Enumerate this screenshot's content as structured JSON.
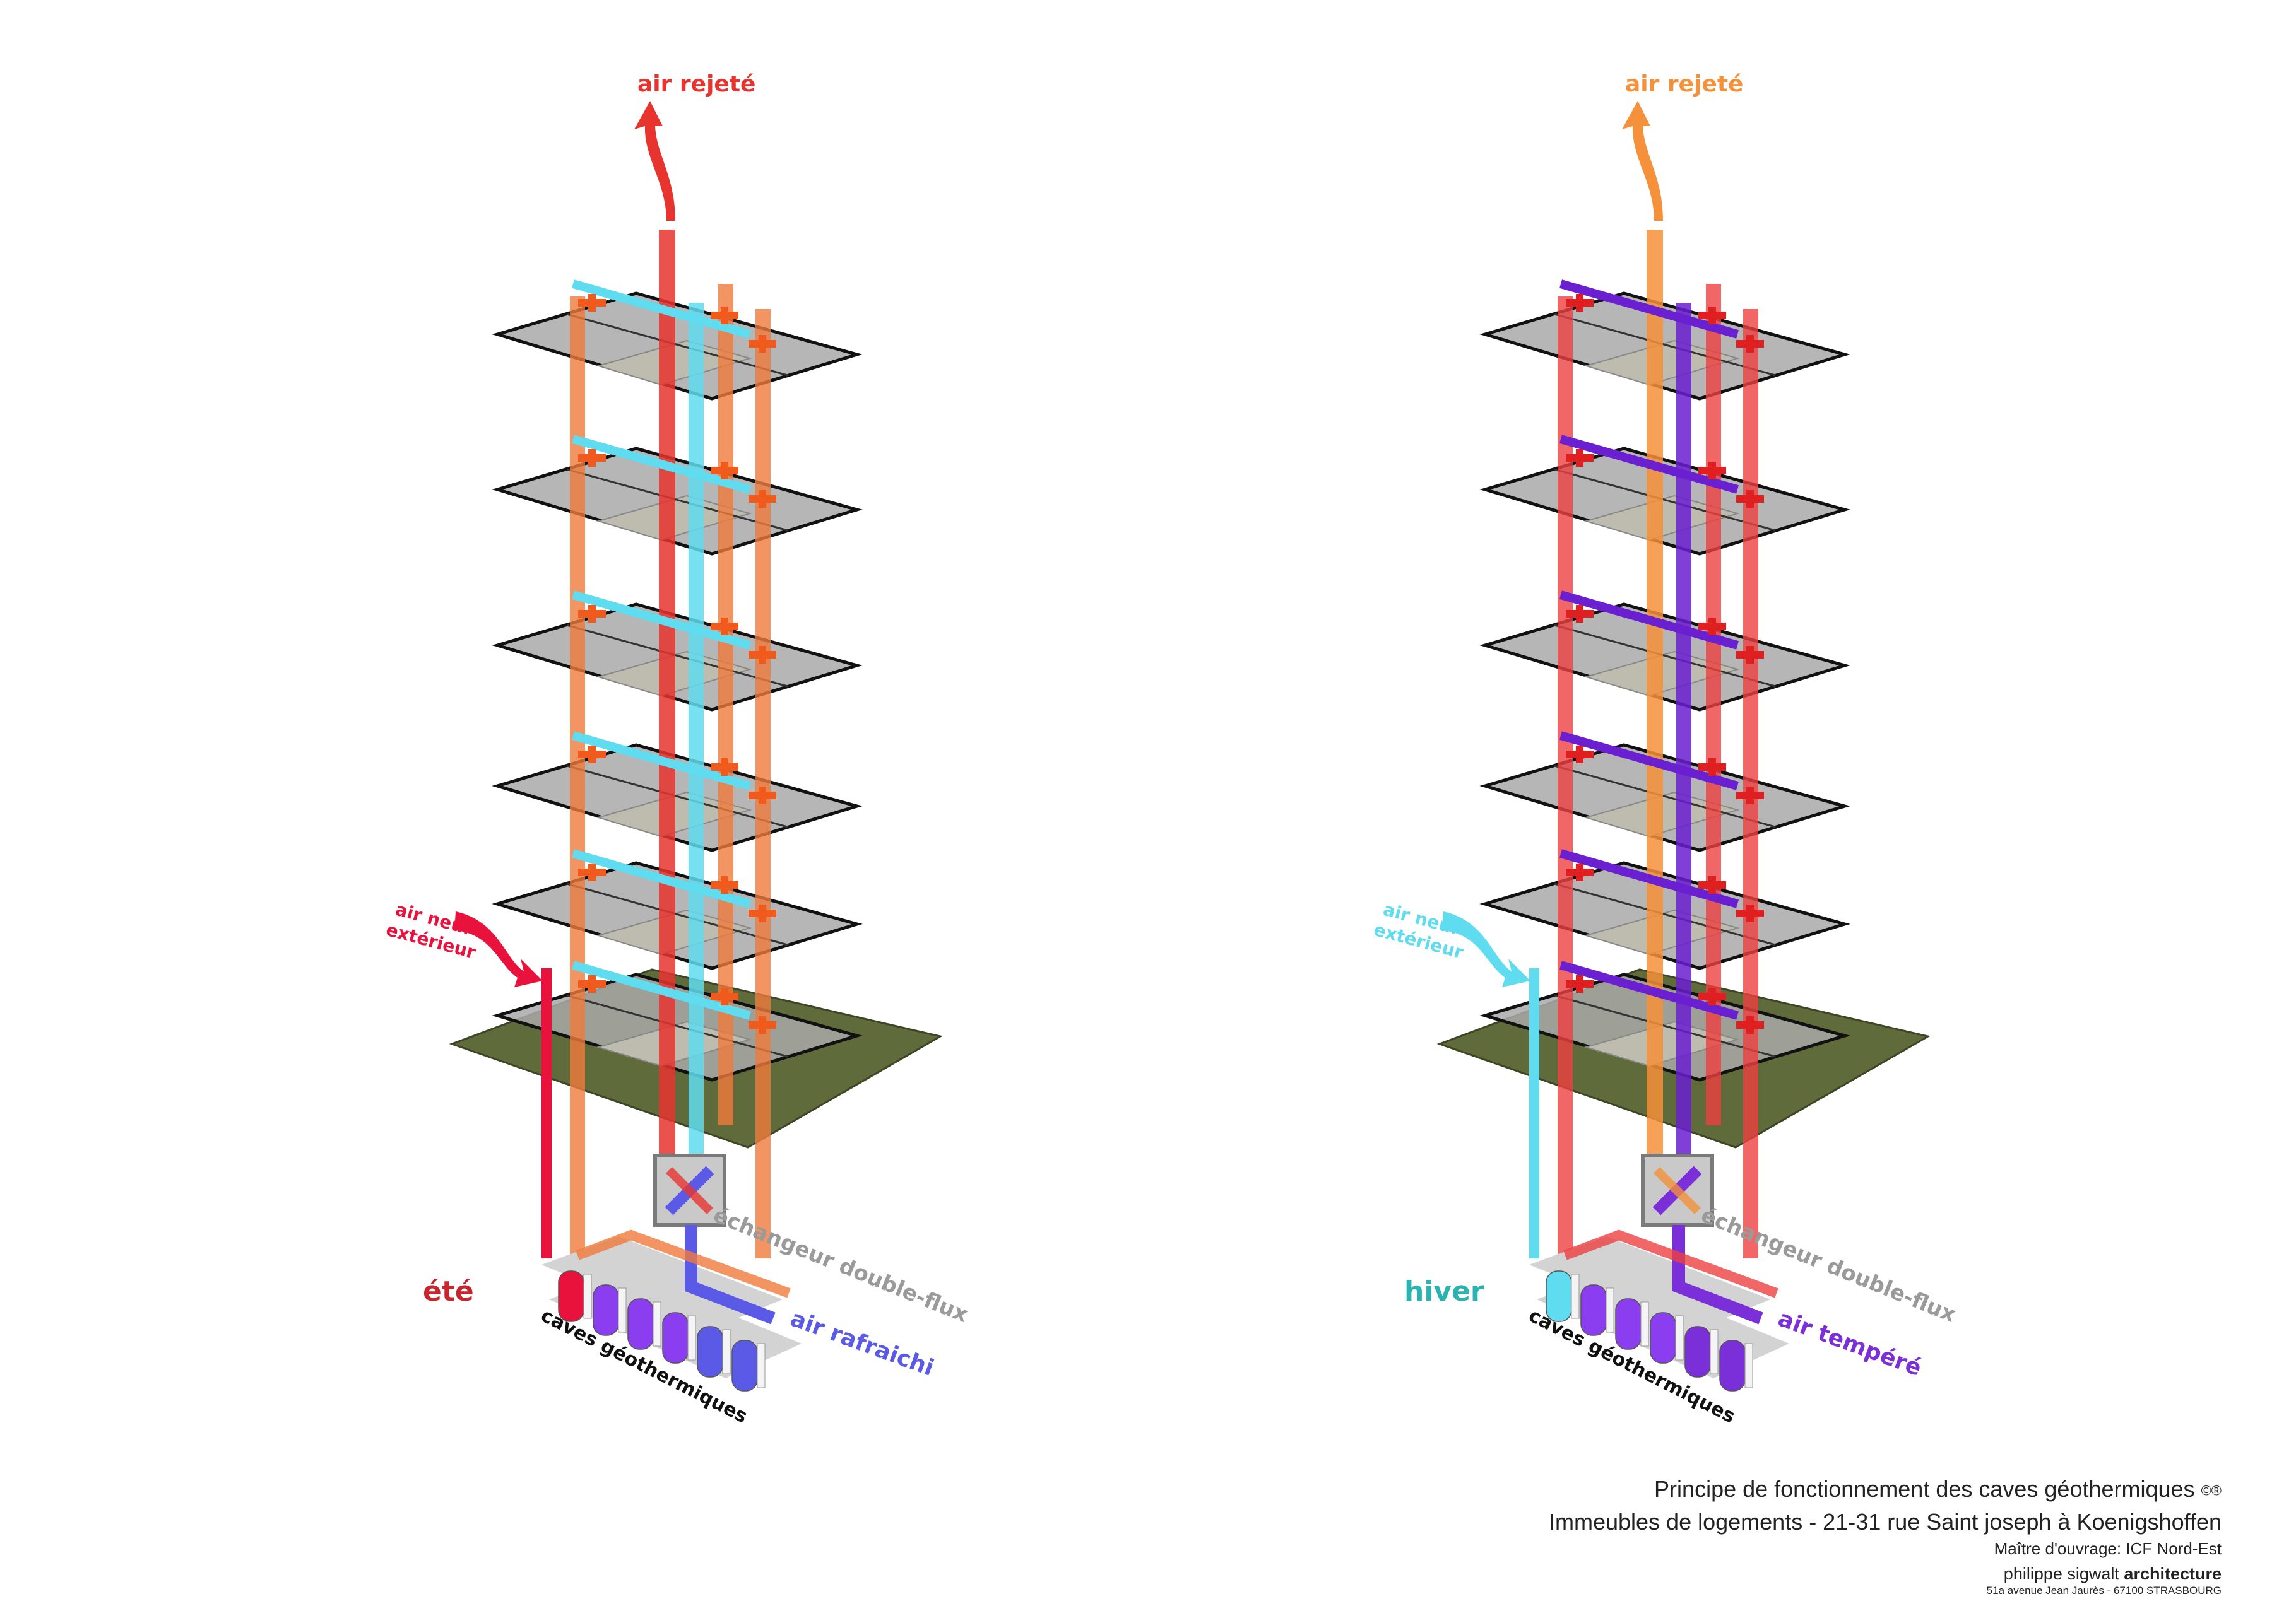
{
  "diagrams": [
    {
      "season": "été",
      "season_color": "#c8262e",
      "exhaust_label": "air rejeté",
      "exhaust_color": "#e8342f",
      "intake_label_1": "air neuf",
      "intake_label_2": "extérieur",
      "intake_color": "#e8123c",
      "exchanger_label": "échangeur double-flux",
      "supply_label": "air rafraichi",
      "supply_color": "#5a5ae6",
      "caves_label": "caves géothermiques",
      "riser_color": "#f07a3c",
      "distribution_color": "#5fdcef"
    },
    {
      "season": "hiver",
      "season_color": "#2ab3b0",
      "exhaust_label": "air rejeté",
      "exhaust_color": "#f4913a",
      "intake_label_1": "air neuf",
      "intake_label_2": "extérieur",
      "intake_color": "#5fdcef",
      "exchanger_label": "échangeur double-flux",
      "supply_label": "air tempéré",
      "supply_color": "#7a2fd8",
      "caves_label": "caves géothermiques",
      "riser_color": "#ee4040",
      "distribution_color": "#6a1fd0"
    }
  ],
  "caption": {
    "title": "Principe de fonctionnement des caves géothermiques",
    "title_symbol": "©®",
    "project": "Immeubles de logements - 21-31 rue Saint joseph à  Koenigshoffen",
    "client": "Maître d'ouvrage: ICF Nord-Est",
    "firm_name": "philippe sigwalt",
    "firm_type": "architecture",
    "address": "51a avenue Jean Jaurès - 67100 STRASBOURG"
  }
}
